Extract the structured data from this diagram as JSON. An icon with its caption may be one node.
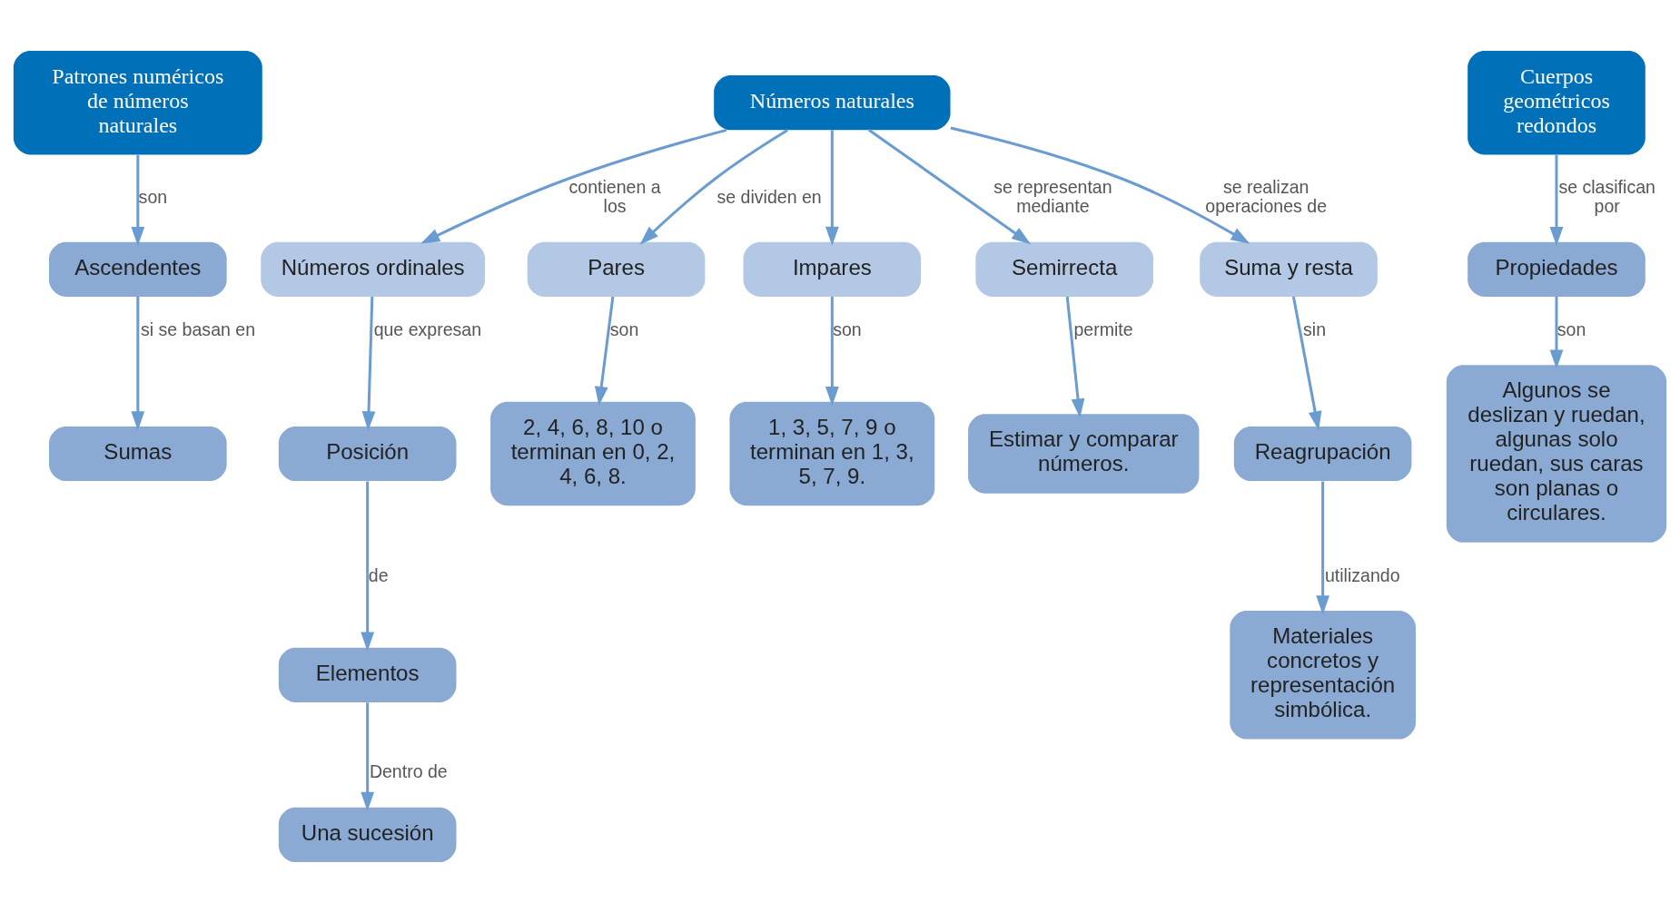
{
  "diagram": {
    "nodes": [
      {
        "text": [
          "Patrones numéricos de números naturales"
        ]
      },
      {
        "text": [
          "Ascendentes"
        ]
      },
      {
        "text": [
          "Sumas"
        ]
      },
      {
        "text": [
          "Números naturales"
        ]
      },
      {
        "text": [
          "Números ordinales"
        ]
      },
      {
        "text": [
          "Pares"
        ]
      },
      {
        "text": [
          "Impares"
        ]
      },
      {
        "text": [
          "Semirrecta"
        ]
      },
      {
        "text": [
          "Suma y resta"
        ]
      },
      {
        "text": [
          "Posición"
        ]
      },
      {
        "text": [
          "2, 4, 6, 8, 10 o terminan en 0, 2, 4, 6, 8."
        ]
      },
      {
        "text": [
          "1, 3, 5, 7, 9 o terminan en 1, 3, 5, 7, 9."
        ]
      },
      {
        "text": [
          "Estimar y comparar números."
        ]
      },
      {
        "text": [
          "Reagrupación"
        ]
      },
      {
        "text": [
          "Elementos"
        ]
      },
      {
        "text": [
          "Materiales concretos y representación simbólica."
        ]
      },
      {
        "text": [
          "Una sucesión"
        ]
      },
      {
        "text": [
          "Cuerpos geométricos redondos"
        ]
      },
      {
        "text": [
          "Propiedades"
        ]
      },
      {
        "text": [
          "Algunos se deslizan y ruedan, algunas solo ruedan, sus caras son planas o circulares."
        ]
      }
    ],
    "edges": [
      {
        "from": 0,
        "to": 1,
        "arrow": "to",
        "label": "son"
      },
      {
        "from": 1,
        "to": 2,
        "arrow": "to",
        "label": "si se basan en"
      },
      {
        "from": 3,
        "to": 4,
        "arrow": "to",
        "label": "contienen a los"
      },
      {
        "from": 3,
        "to": 5,
        "arrow": "to",
        "label": "se dividen en"
      },
      {
        "from": 3,
        "to": 6,
        "arrow": "to"
      },
      {
        "from": 3,
        "to": 7,
        "arrow": "to",
        "label": "se representan mediante"
      },
      {
        "from": 3,
        "to": 8,
        "arrow": "to",
        "label": "se realizan operaciones de"
      },
      {
        "from": 4,
        "to": 9,
        "arrow": "to",
        "label": "que expresan"
      },
      {
        "from": 9,
        "to": 14,
        "arrow": "to",
        "label": "de"
      },
      {
        "from": 14,
        "to": 16,
        "arrow": "to",
        "label": "Dentro de"
      },
      {
        "from": 5,
        "to": 10,
        "arrow": "to",
        "label": "son"
      },
      {
        "from": 6,
        "to": 11,
        "arrow": "to",
        "label": "son"
      },
      {
        "from": 7,
        "to": 12,
        "arrow": "to",
        "label": "permite"
      },
      {
        "from": 8,
        "to": 13,
        "arrow": "to",
        "label": "sin"
      },
      {
        "from": 13,
        "to": 15,
        "arrow": "to",
        "label": "utilizando"
      },
      {
        "from": 17,
        "to": 18,
        "arrow": "to",
        "label": "se clasifican por"
      },
      {
        "from": 18,
        "to": 19,
        "arrow": "to",
        "label": "son"
      }
    ]
  }
}
